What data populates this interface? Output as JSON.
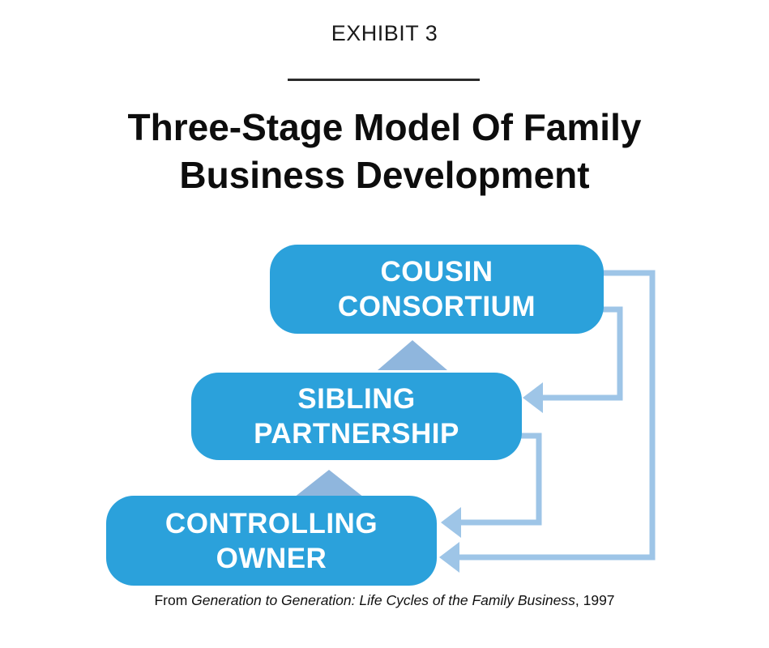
{
  "exhibit": {
    "label": "EXHIBIT 3"
  },
  "title": {
    "line1": "Three-Stage Model Of Family",
    "line2": "Business Development"
  },
  "diagram": {
    "type": "stage-flow-diagram",
    "stages": [
      {
        "id": "cousin-consortium",
        "label": "COUSIN CONSORTIUM",
        "line1": "COUSIN",
        "line2": "CONSORTIUM",
        "position": "top"
      },
      {
        "id": "sibling-partnership",
        "label": "SIBLING PARTNERSHIP",
        "line1": "SIBLING",
        "line2": "PARTNERSHIP",
        "position": "middle"
      },
      {
        "id": "controlling-owner",
        "label": "CONTROLLING OWNER",
        "line1": "CONTROLLING",
        "line2": "OWNER",
        "position": "bottom"
      }
    ],
    "connections": [
      {
        "from": "controlling-owner",
        "to": "sibling-partnership",
        "kind": "upward-progression-triangle"
      },
      {
        "from": "sibling-partnership",
        "to": "cousin-consortium",
        "kind": "upward-progression-triangle"
      },
      {
        "from": "cousin-consortium",
        "to": "sibling-partnership",
        "kind": "recycle-arrow"
      },
      {
        "from": "cousin-consortium",
        "to": "controlling-owner",
        "kind": "recycle-arrow"
      },
      {
        "from": "sibling-partnership",
        "to": "controlling-owner",
        "kind": "recycle-arrow"
      }
    ],
    "colors": {
      "stage_box_fill": "#2BA1DB",
      "stage_text": "#FFFFFF",
      "up_triangle": "#8FB6DD",
      "recycle_line": "#9EC5E7",
      "title_text": "#0D0D0D",
      "divider": "#2B2B2B"
    }
  },
  "caption": {
    "prefix": "From ",
    "book_title": "Generation to Generation: Life Cycles of the Family Business",
    "suffix": ", 1997"
  }
}
